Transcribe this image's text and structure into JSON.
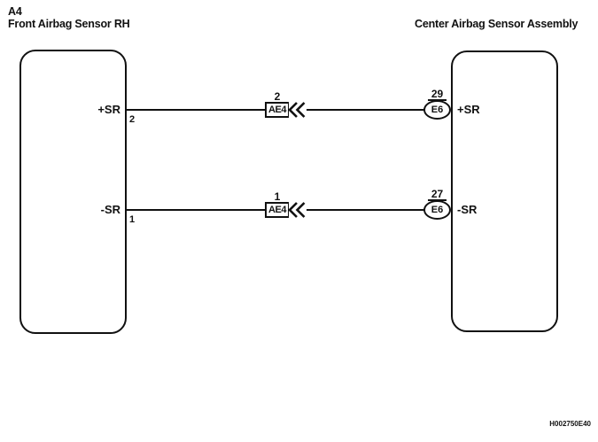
{
  "colors": {
    "ink": "#111111",
    "paper": "#ffffff"
  },
  "header": {
    "left_ref": "A4",
    "left_name": "Front Airbag Sensor RH",
    "right_name": "Center Airbag Sensor Assembly"
  },
  "wires": [
    {
      "left_label": "+SR",
      "left_pin": "2",
      "inline_connector": {
        "pin": "2",
        "code": "AE4"
      },
      "right_connector": {
        "pin": "29",
        "code": "E6"
      },
      "right_label": "+SR"
    },
    {
      "left_label": "-SR",
      "left_pin": "1",
      "inline_connector": {
        "pin": "1",
        "code": "AE4"
      },
      "right_connector": {
        "pin": "27",
        "code": "E6"
      },
      "right_label": "-SR"
    }
  ],
  "footer": {
    "doc_code": "H002750E40"
  }
}
